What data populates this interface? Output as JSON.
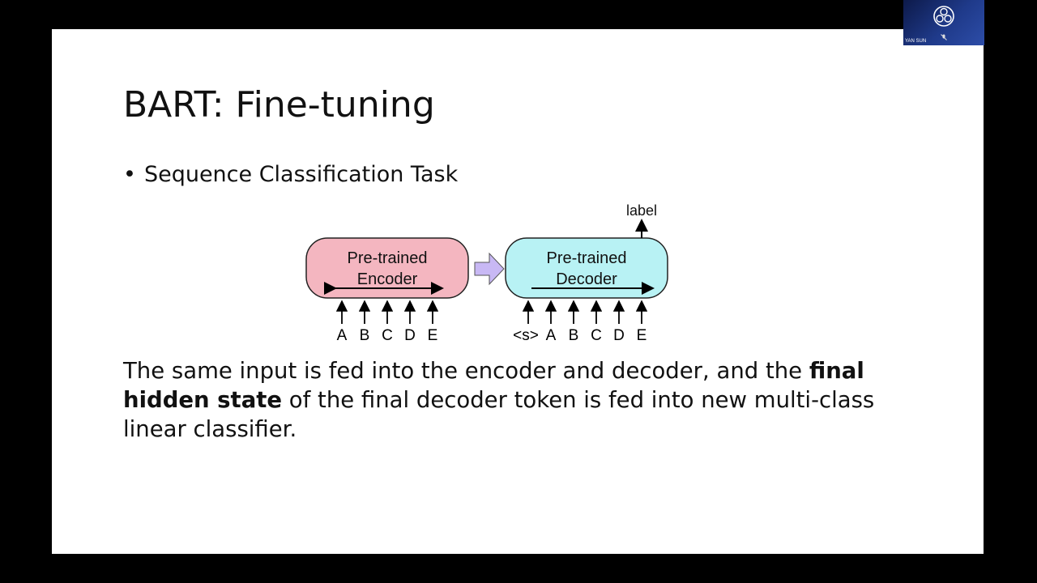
{
  "slide": {
    "title": "BART: Fine-tuning",
    "bullet": "Sequence Classification Task",
    "paragraph": {
      "part1": "The same input is fed into the encoder and decoder, and the ",
      "bold": "final hidden state",
      "part2": " of the final decoder token is fed into new multi-class linear classifier."
    }
  },
  "diagram": {
    "encoder": {
      "line1": "Pre-trained",
      "line2": "Encoder",
      "color": "#f4b6c0"
    },
    "decoder": {
      "line1": "Pre-trained",
      "line2": "Decoder",
      "color": "#b8f2f4"
    },
    "arrow_color": "#c8b8f4",
    "encoder_inputs": [
      "A",
      "B",
      "C",
      "D",
      "E"
    ],
    "decoder_inputs": [
      "<s>",
      "A",
      "B",
      "C",
      "D",
      "E"
    ],
    "output_label": "label"
  },
  "video_tile": {
    "name": "YAN SUN",
    "icons": [
      "obs-logo-icon",
      "mic-muted-icon"
    ]
  }
}
